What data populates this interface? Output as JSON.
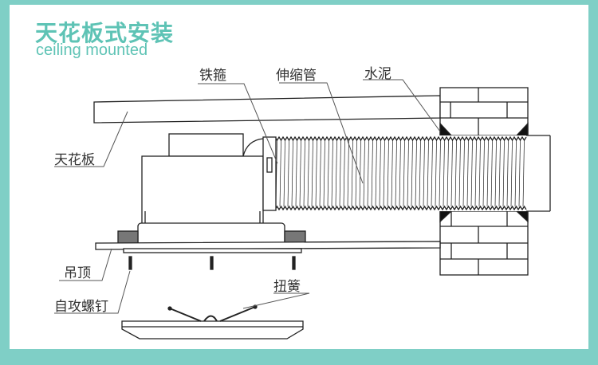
{
  "header": {
    "title": "天花板式安装",
    "subtitle": "ceiling mounted"
  },
  "labels": {
    "iron_hoop": "铁箍",
    "flex_pipe": "伸缩管",
    "cement": "水泥",
    "ceiling_slab": "天花板",
    "suspended_ceiling": "吊顶",
    "tapping_screw": "自攻螺钉",
    "torsion_spring": "扭簧"
  },
  "colors": {
    "frame": "#7fcfc6",
    "accent": "#5ec3b5"
  }
}
